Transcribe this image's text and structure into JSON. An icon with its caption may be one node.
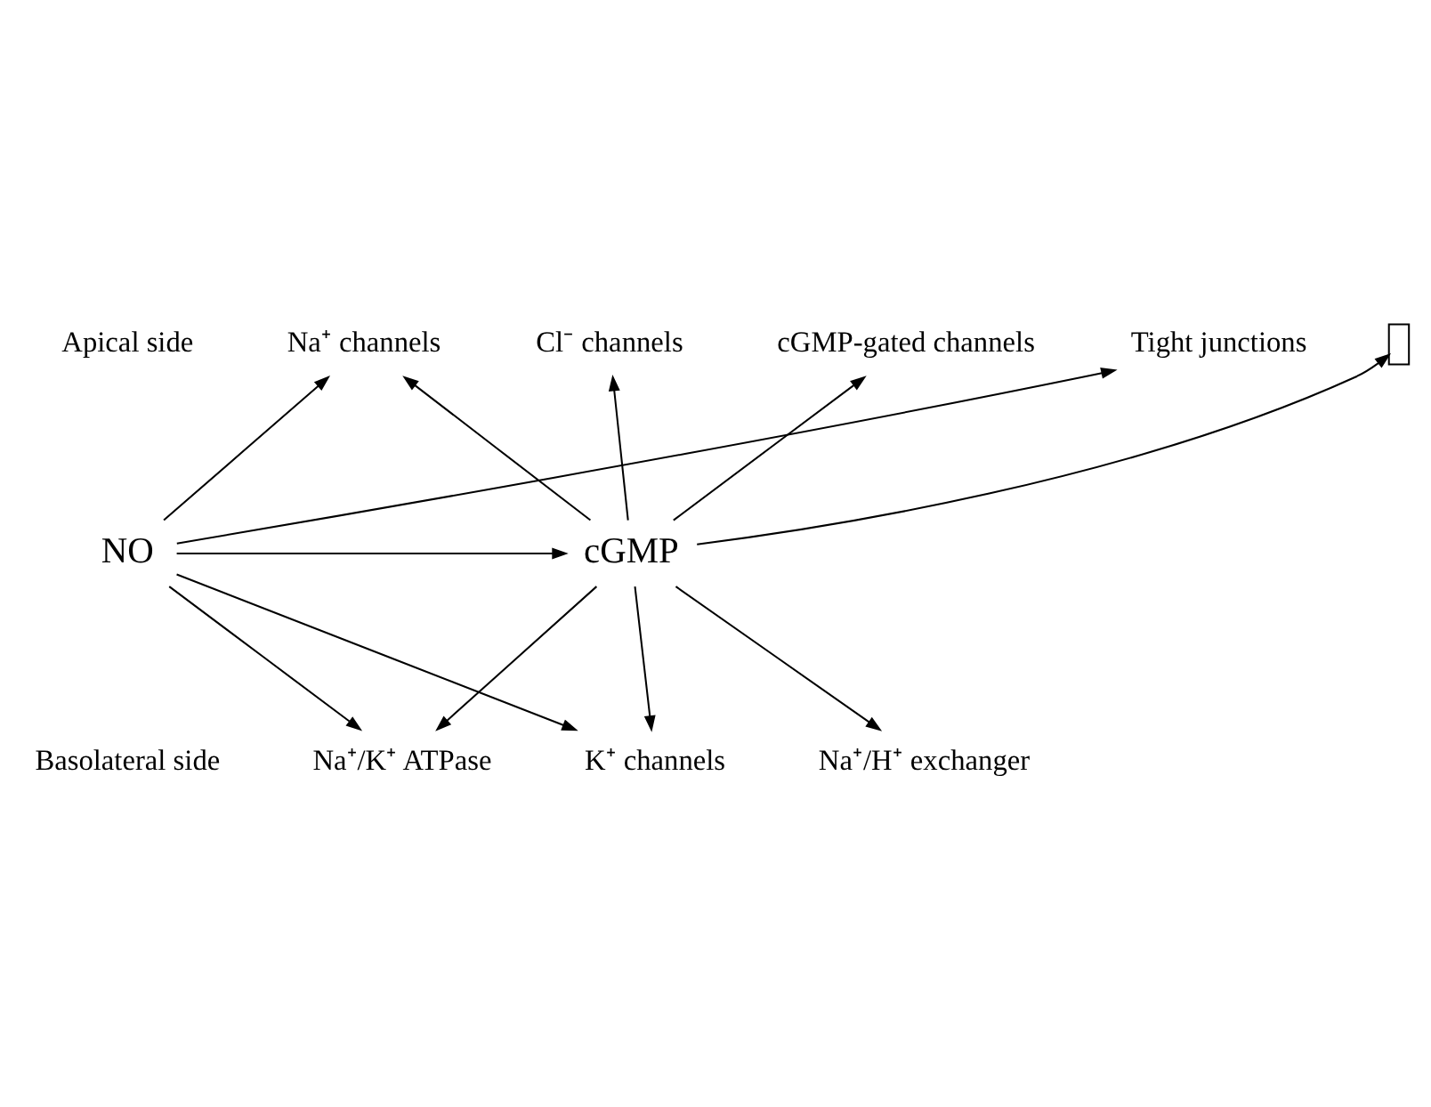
{
  "diagram": {
    "nodes": [
      {
        "text": [
          "Na⁺ channels"
        ]
      },
      {
        "text": [
          "Cl⁻ channels"
        ]
      },
      {
        "text": [
          "cGMP-gated channels"
        ]
      },
      {
        "text": [
          "Tight junctions"
        ]
      },
      {
        "text": [],
        "shape": "box"
      },
      {
        "text": [
          "NO"
        ]
      },
      {
        "text": [
          "cGMP"
        ]
      },
      {
        "text": [
          "Na⁺/K⁺ ATPase"
        ]
      },
      {
        "text": [
          "K⁺ channels"
        ]
      },
      {
        "text": [
          "Na⁺/H⁺ exchanger"
        ]
      }
    ],
    "edges": [
      {
        "from": 5,
        "to": 3,
        "arrow": "to"
      },
      {
        "from": 5,
        "to": 0,
        "arrow": "to"
      },
      {
        "from": 6,
        "to": 0,
        "arrow": "to"
      },
      {
        "from": 6,
        "to": 1,
        "arrow": "to"
      },
      {
        "from": 6,
        "to": 2,
        "arrow": "to"
      },
      {
        "from": 6,
        "to": 4,
        "arrow": "to"
      },
      {
        "from": 5,
        "to": 6,
        "arrow": "to"
      },
      {
        "from": 5,
        "to": 7,
        "arrow": "to"
      },
      {
        "from": 5,
        "to": 8,
        "arrow": "to"
      },
      {
        "from": 6,
        "to": 7,
        "arrow": "to"
      },
      {
        "from": 6,
        "to": 8,
        "arrow": "to"
      },
      {
        "from": 6,
        "to": 9,
        "arrow": "to"
      }
    ],
    "labels": [
      "Apical side",
      "Basolateral side"
    ]
  }
}
